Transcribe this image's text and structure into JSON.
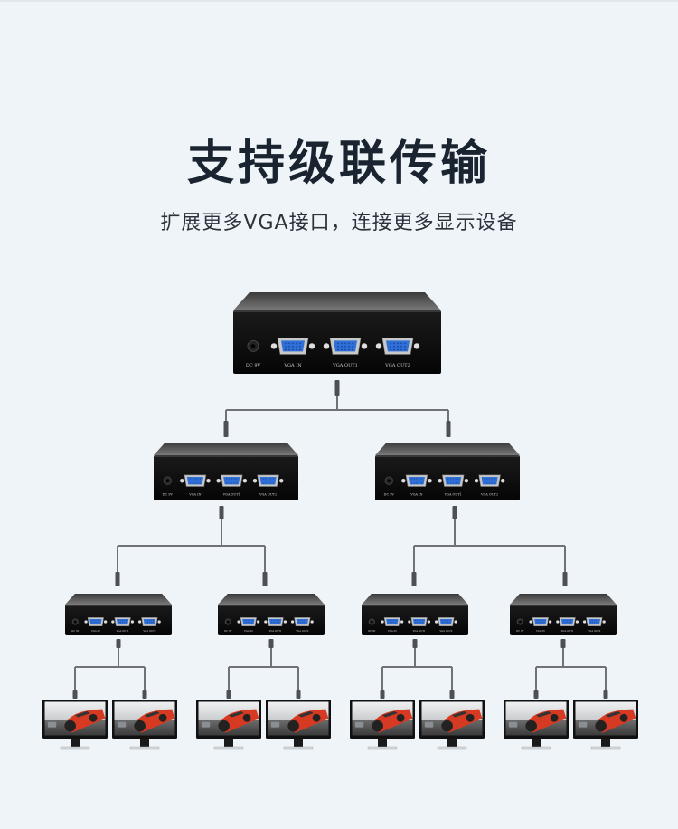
{
  "header": {
    "title": "支持级联传输",
    "subtitle": "扩展更多VGA接口，连接更多显示设备"
  },
  "device": {
    "name": "VGA splitter 1-in 2-out",
    "port_labels": {
      "power": "DC 9V",
      "input": "VGA IN",
      "output1": "VGA OUT1",
      "output2": "VGA OUT2"
    }
  },
  "cascade": {
    "levels": [
      {
        "level": 1,
        "type": "splitter",
        "count": 1
      },
      {
        "level": 2,
        "type": "splitter",
        "count": 2
      },
      {
        "level": 3,
        "type": "splitter",
        "count": 4
      },
      {
        "level": 4,
        "type": "monitor",
        "count": 8
      }
    ],
    "total_monitors": 8
  },
  "colors": {
    "background": "#eff4f8",
    "title": "#1a2330",
    "subtitle": "#2a323c",
    "device_body": "#111111",
    "device_top": "#5a5a5a",
    "vga_port": "#2f6fd6",
    "cable": "#6f7277",
    "cable_plug": "#4d5054",
    "screen_sky": "#dfe3e6",
    "car": "#d63a23"
  }
}
